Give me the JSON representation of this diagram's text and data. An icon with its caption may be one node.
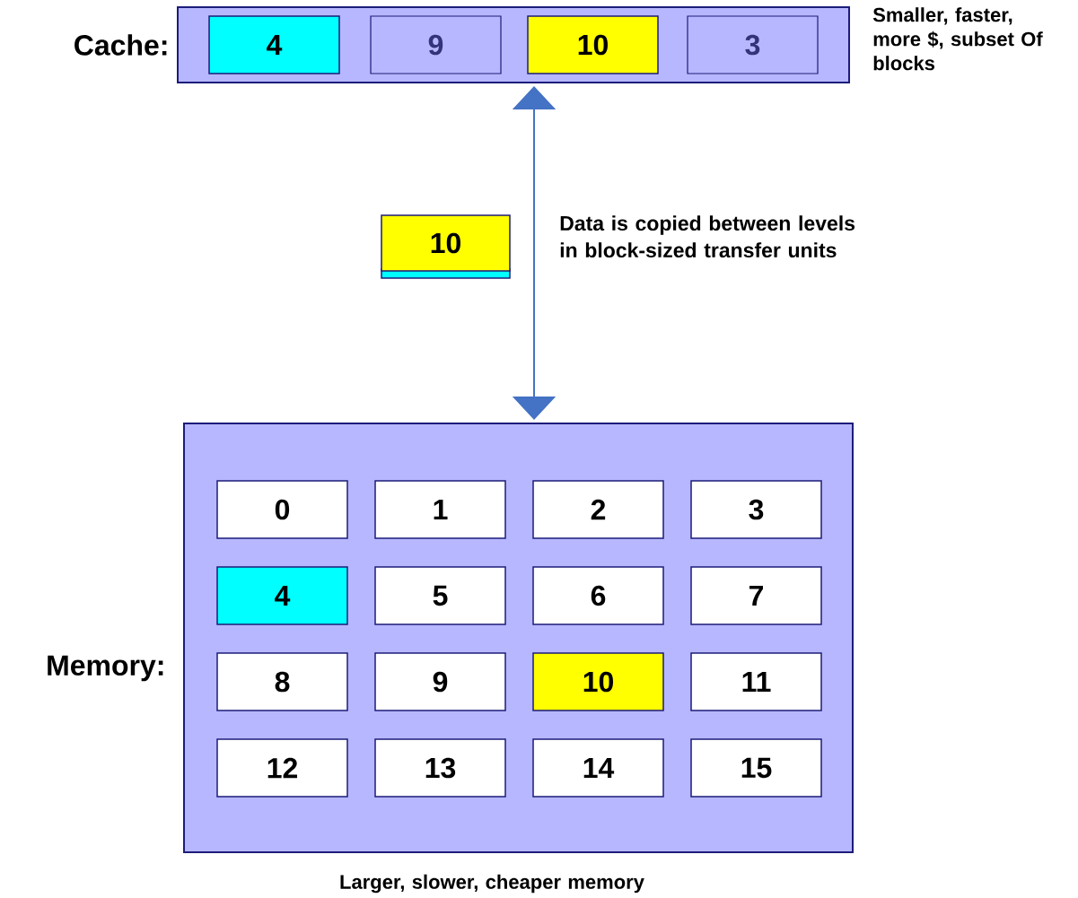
{
  "diagram": {
    "nodes": [
      {
        "text": [
          "Cache:"
        ],
        "beside": [
          "Smaller, faster, more $, subset Of blocks"
        ]
      },
      {
        "text": [
          "4"
        ],
        "in": 0
      },
      {
        "text": [
          "9"
        ],
        "in": 0
      },
      {
        "text": [
          "10"
        ],
        "in": 0
      },
      {
        "text": [
          "3"
        ],
        "in": 0
      },
      {
        "text": [
          "10"
        ]
      },
      {
        "text": [
          "Memory:"
        ],
        "beside": [
          "Larger, slower, cheaper memory"
        ]
      },
      {
        "text": [
          "0"
        ],
        "in": 6
      },
      {
        "text": [
          "1"
        ],
        "in": 6
      },
      {
        "text": [
          "2"
        ],
        "in": 6
      },
      {
        "text": [
          "3"
        ],
        "in": 6
      },
      {
        "text": [
          "4"
        ],
        "in": 6
      },
      {
        "text": [
          "5"
        ],
        "in": 6
      },
      {
        "text": [
          "6"
        ],
        "in": 6
      },
      {
        "text": [
          "7"
        ],
        "in": 6
      },
      {
        "text": [
          "8"
        ],
        "in": 6
      },
      {
        "text": [
          "9"
        ],
        "in": 6
      },
      {
        "text": [
          "10"
        ],
        "in": 6
      },
      {
        "text": [
          "11"
        ],
        "in": 6
      },
      {
        "text": [
          "12"
        ],
        "in": 6
      },
      {
        "text": [
          "13"
        ],
        "in": 6
      },
      {
        "text": [
          "14"
        ],
        "in": 6
      },
      {
        "text": [
          "15"
        ],
        "in": 6
      }
    ],
    "edges": [
      {
        "from": 0,
        "to": 6,
        "arrow": "both",
        "label": "Data is copied between levels in block-sized transfer units"
      }
    ]
  }
}
